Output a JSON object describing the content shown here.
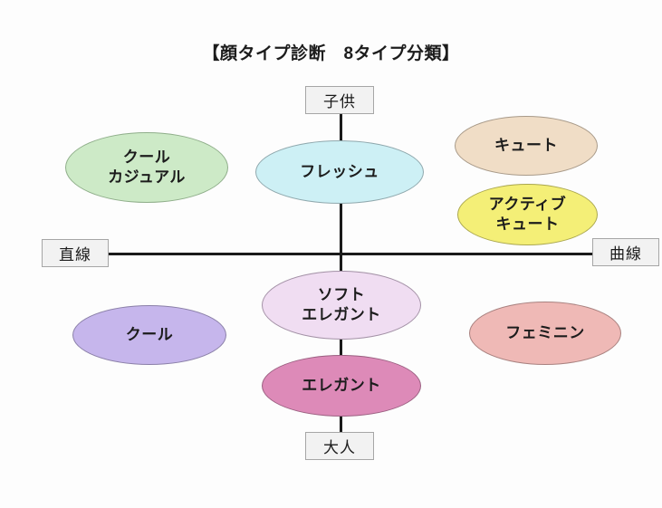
{
  "diagram": {
    "title": "【顔タイプ診断　8タイプ分類】",
    "axes": {
      "vertical": {
        "top_label": "子供",
        "bottom_label": "大人"
      },
      "horizontal": {
        "left_label": "直線",
        "right_label": "曲線"
      }
    },
    "types": [
      {
        "id": "cool-casual",
        "line1": "クール",
        "line2": "カジュアル",
        "color": "#cdeac7",
        "border": "#8fae8a",
        "quadrant": "upper-left"
      },
      {
        "id": "fresh",
        "line1": "フレッシュ",
        "line2": "",
        "color": "#cdf0f5",
        "border": "#8fa8ad",
        "quadrant": "upper-center"
      },
      {
        "id": "cute",
        "line1": "キュート",
        "line2": "",
        "color": "#f0ddc6",
        "border": "#a89a89",
        "quadrant": "upper-right"
      },
      {
        "id": "active-cute",
        "line1": "アクティブ",
        "line2": "キュート",
        "color": "#f4ef77",
        "border": "#aaa74f",
        "quadrant": "upper-right"
      },
      {
        "id": "cool",
        "line1": "クール",
        "line2": "",
        "color": "#c6b6ec",
        "border": "#8b80a8",
        "quadrant": "lower-left"
      },
      {
        "id": "soft-elegant",
        "line1": "ソフト",
        "line2": "エレガント",
        "color": "#f0ddf2",
        "border": "#a391a6",
        "quadrant": "lower-center"
      },
      {
        "id": "elegant",
        "line1": "エレガント",
        "line2": "",
        "color": "#dd8ab8",
        "border": "#9a5f80",
        "quadrant": "lower-center"
      },
      {
        "id": "feminine",
        "line1": "フェミニン",
        "line2": "",
        "color": "#efb9b6",
        "border": "#a8817f",
        "quadrant": "lower-right"
      }
    ]
  }
}
